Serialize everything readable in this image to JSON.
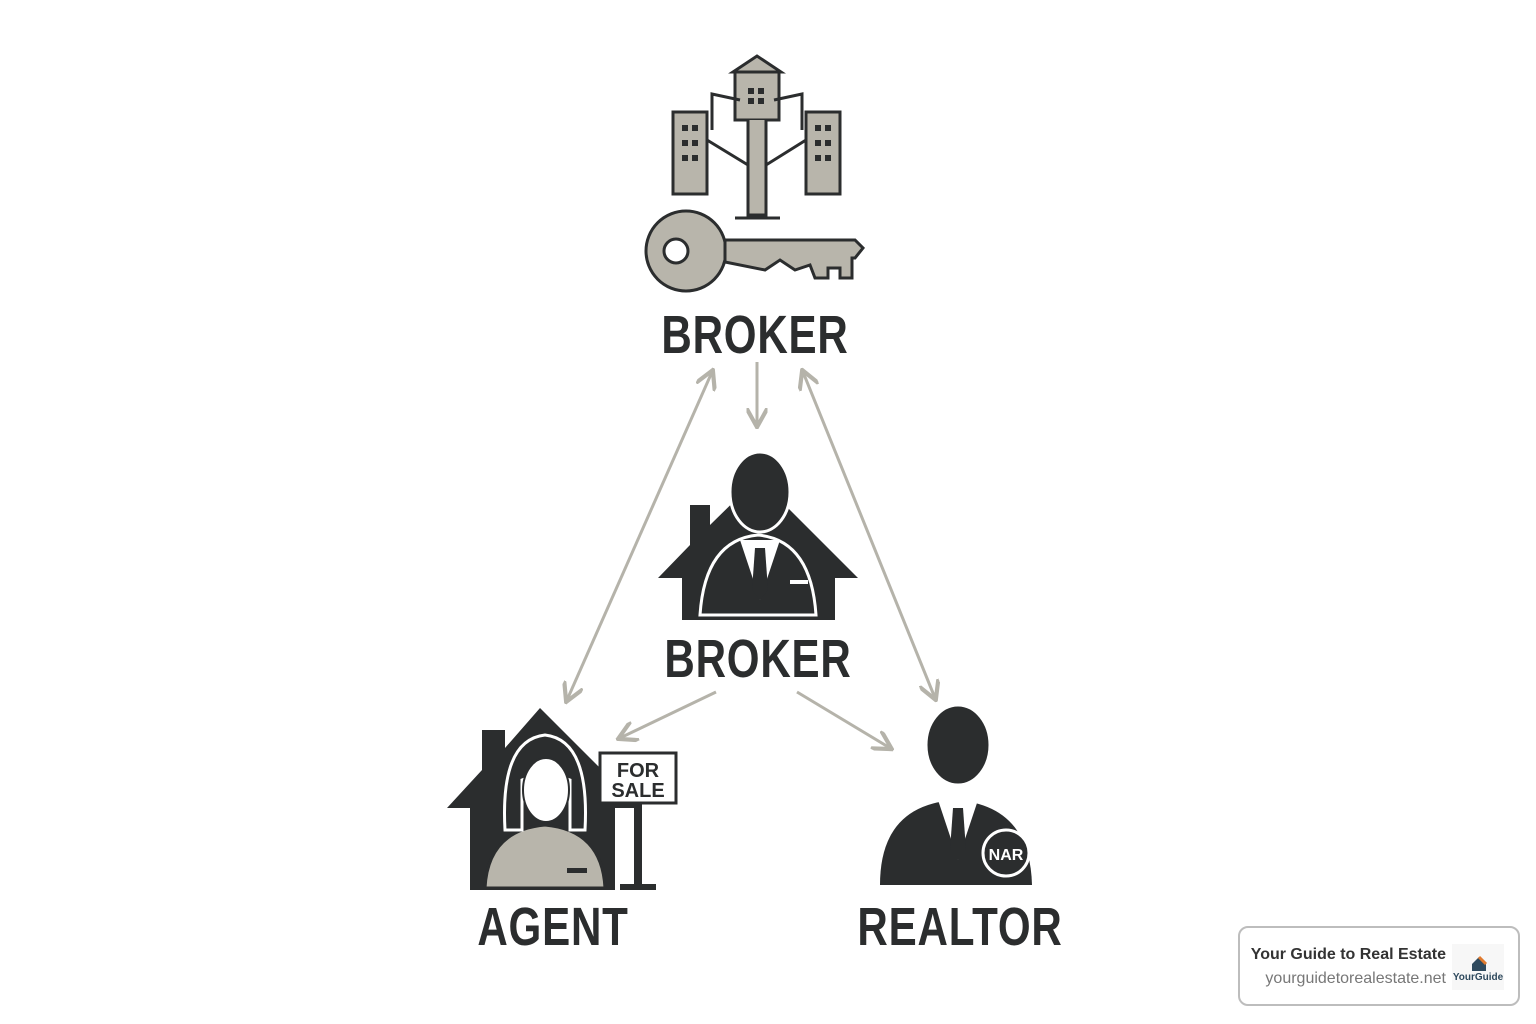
{
  "nodes": {
    "top_broker": {
      "label": "BROKER",
      "icon": "building-key-icon"
    },
    "mid_broker": {
      "label": "BROKER",
      "icon": "broker-house-person-icon"
    },
    "agent": {
      "label": "AGENT",
      "icon": "agent-house-for-sale-icon",
      "sign": [
        "FOR",
        "SALE"
      ]
    },
    "realtor": {
      "label": "REALTOR",
      "icon": "realtor-person-nar-icon",
      "badge": "NAR"
    }
  },
  "edges": [
    {
      "from": "top_broker",
      "to": "mid_broker",
      "type": "single"
    },
    {
      "from": "top_broker",
      "to": "agent",
      "type": "double"
    },
    {
      "from": "top_broker",
      "to": "realtor",
      "type": "double"
    },
    {
      "from": "mid_broker",
      "to": "agent",
      "type": "single"
    },
    {
      "from": "mid_broker",
      "to": "realtor",
      "type": "single"
    }
  ],
  "colors": {
    "dark": "#2b2d2e",
    "gray": "#b8b5ab",
    "arrow": "#b5b3aa"
  },
  "watermark": {
    "title": "Your Guide to Real Estate",
    "url": "yourguidetorealestate.net",
    "logo_text": "YourGuide"
  }
}
